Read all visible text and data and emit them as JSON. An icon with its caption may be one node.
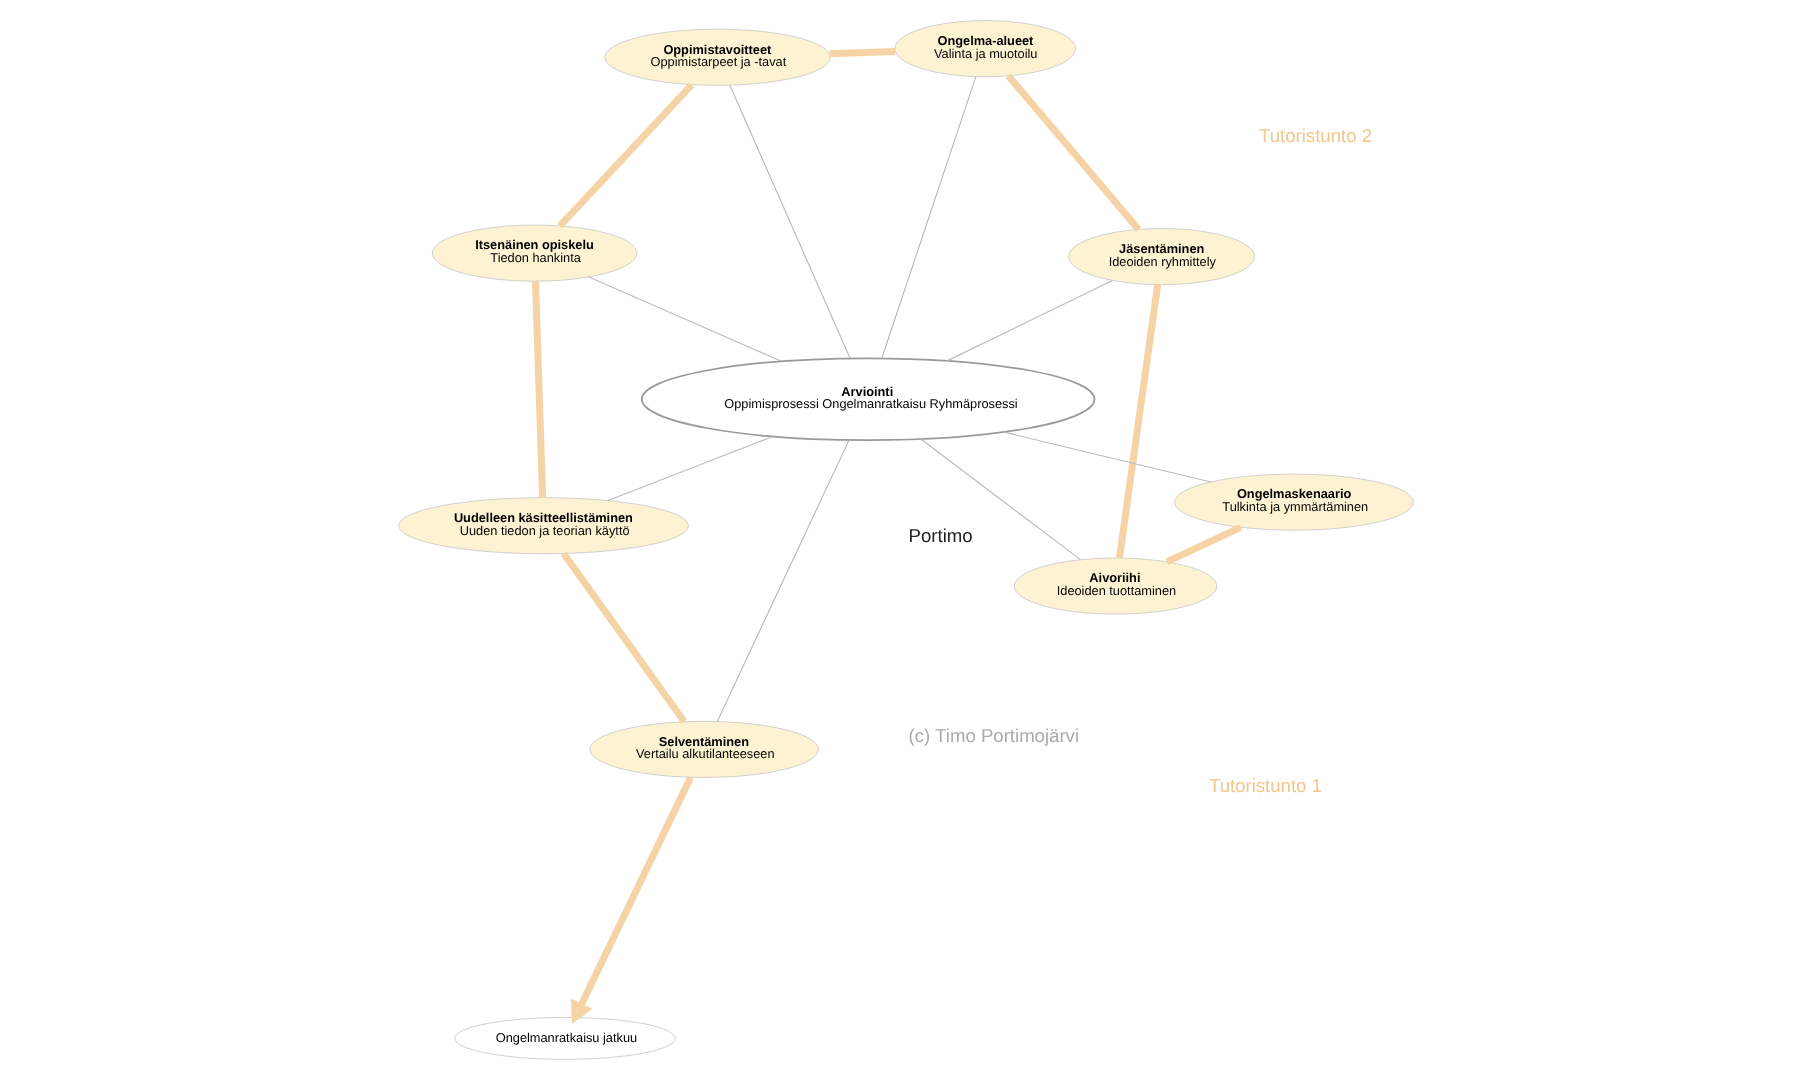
{
  "diagram": {
    "nodes": [
      {
        "text": [
          "Ongelmanratkaisu jatkuu"
        ]
      },
      {
        "text": [
          "Ongelmaskenaario",
          "Tulkinta ja ymmärtäminen"
        ]
      },
      {
        "text": [
          "Aivoriihi",
          "Ideoiden tuottaminen"
        ]
      },
      {
        "text": [
          "Jäsentäminen",
          "Ideoiden ryhmittely"
        ]
      },
      {
        "text": [
          "Ongelma-alueet",
          "Valinta ja muotoilu"
        ]
      },
      {
        "text": [
          "Oppimistavoitteet",
          "Oppimistarpeet ja -tavat"
        ]
      },
      {
        "text": [
          "Itsenäinen opiskelu",
          "Tiedon hankinta"
        ]
      },
      {
        "text": [
          "Uudelleen käsitteellistäminen",
          "Uuden tiedon ja teorian käyttö"
        ]
      },
      {
        "text": [
          "Selventäminen",
          "Vertailu alkutilanteeseen"
        ]
      },
      {
        "text": [
          "Arviointi",
          "Oppimisprosessi Ongelmanratkaisu Ryhmäprosessi"
        ]
      }
    ],
    "edges": [
      {
        "from": 1,
        "to": 2,
        "arrow": "none",
        "style": "thick"
      },
      {
        "from": 2,
        "to": 3,
        "arrow": "none",
        "style": "thick"
      },
      {
        "from": 3,
        "to": 4,
        "arrow": "none",
        "style": "thick"
      },
      {
        "from": 4,
        "to": 5,
        "arrow": "none",
        "style": "thick"
      },
      {
        "from": 5,
        "to": 6,
        "arrow": "none",
        "style": "thick"
      },
      {
        "from": 6,
        "to": 7,
        "arrow": "none",
        "style": "thick"
      },
      {
        "from": 7,
        "to": 8,
        "arrow": "none",
        "style": "thick"
      },
      {
        "from": 8,
        "to": 0,
        "arrow": "to",
        "style": "thick"
      },
      {
        "from": 9,
        "to": 1,
        "arrow": "none"
      },
      {
        "from": 9,
        "to": 2,
        "arrow": "none"
      },
      {
        "from": 9,
        "to": 3,
        "arrow": "none"
      },
      {
        "from": 9,
        "to": 4,
        "arrow": "none"
      },
      {
        "from": 9,
        "to": 5,
        "arrow": "none"
      },
      {
        "from": 9,
        "to": 6,
        "arrow": "none"
      },
      {
        "from": 9,
        "to": 7,
        "arrow": "none"
      },
      {
        "from": 9,
        "to": 8,
        "arrow": "none"
      }
    ],
    "labels": [
      "Portimo",
      "Tutoristunto 1",
      "Tutoristunto 2",
      "(c) Timo Portimojärvi"
    ]
  }
}
